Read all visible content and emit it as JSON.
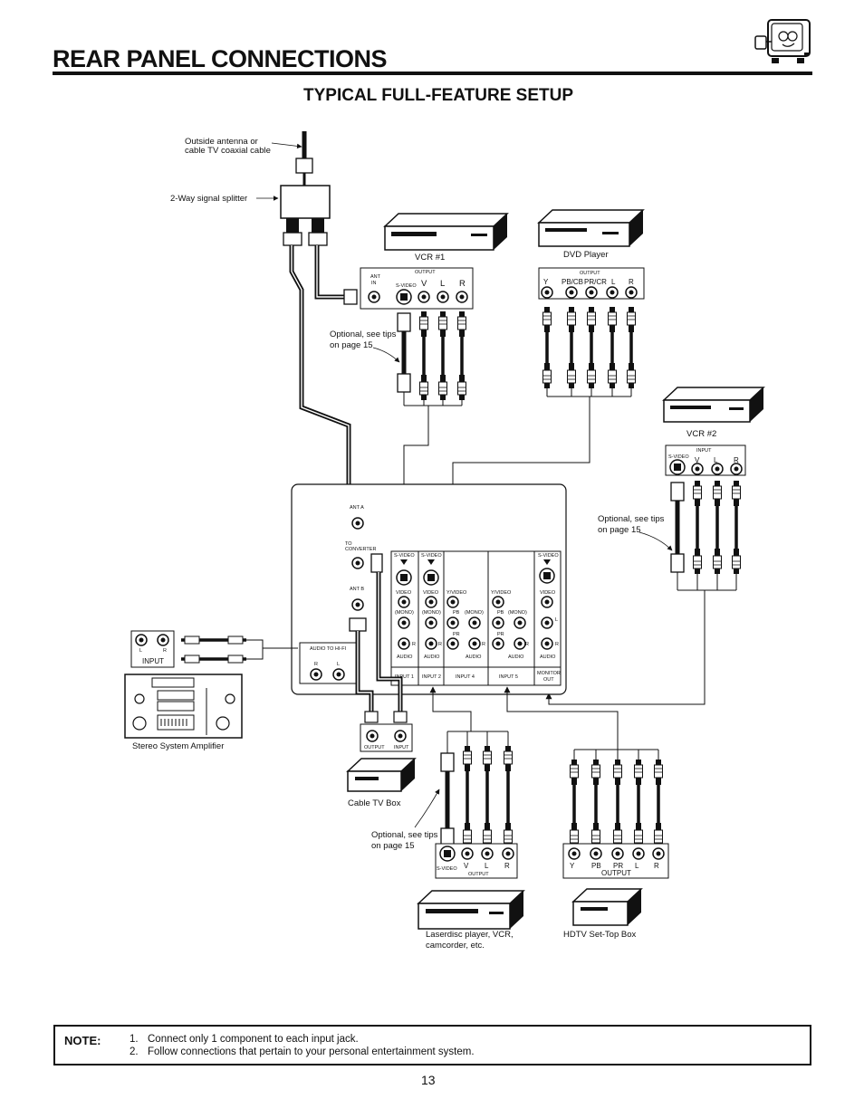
{
  "page": {
    "title": "REAR PANEL CONNECTIONS",
    "subtitle": "TYPICAL FULL-FEATURE SETUP",
    "page_number": "13"
  },
  "labels": {
    "antenna": [
      "Outside antenna or",
      "cable TV coaxial cable"
    ],
    "splitter": "2-Way signal splitter",
    "vcr1": "VCR #1",
    "dvd": "DVD Player",
    "vcr2": "VCR #2",
    "tips": [
      "Optional, see tips",
      "on page 15"
    ],
    "stereo": "Stereo System Amplifier",
    "cable_box": "Cable TV Box",
    "laserdisc": [
      "Laserdisc player, VCR,",
      "camcorder, etc."
    ],
    "hdtv": "HDTV Set-Top Box"
  },
  "vcr1_panel": {
    "ant_in": [
      "ANT",
      "IN"
    ],
    "output": "OUTPUT",
    "svideo": "S-VIDEO",
    "jacks": [
      "V",
      "L",
      "R"
    ]
  },
  "dvd_panel": {
    "output": "OUTPUT",
    "jacks": [
      "Y",
      "PB/CB",
      "PR/CR",
      "L",
      "R"
    ]
  },
  "vcr2_panel": {
    "input": "INPUT",
    "svideo": "S-VIDEO",
    "jacks": [
      "V",
      "L",
      "R"
    ]
  },
  "amp_panel": {
    "input": "INPUT",
    "jacks": [
      "L",
      "R"
    ]
  },
  "tv_panel": {
    "ant_a": "ANT A",
    "to_converter": [
      "TO",
      "CONVERTER"
    ],
    "ant_b": "ANT B",
    "audio_hifi": "AUDIO TO HI-FI",
    "hifi_jacks": [
      "R",
      "L"
    ],
    "svideo": "S-VIDEO",
    "video": "VIDEO",
    "yvideo": "Y/VIDEO",
    "mono": "(MONO)",
    "audio": "AUDIO",
    "pb": "PB",
    "pr": "PR",
    "l": "L",
    "r": "R",
    "inputs": [
      "INPUT 1",
      "INPUT 2",
      "INPUT 4",
      "INPUT 5"
    ],
    "monitor_out": [
      "MONITOR",
      "OUT"
    ]
  },
  "cable_panel": {
    "jacks": [
      "OUTPUT",
      "INPUT"
    ]
  },
  "ld_panel": {
    "svideo": "S-VIDEO",
    "output": "OUTPUT",
    "jacks": [
      "V",
      "L",
      "R"
    ]
  },
  "hdtv_panel": {
    "output": "OUTPUT",
    "jacks": [
      "Y",
      "PB",
      "PR",
      "L",
      "R"
    ]
  },
  "note": {
    "label": "NOTE:",
    "items": [
      {
        "num": "1.",
        "text": "Connect only 1 component to each input jack."
      },
      {
        "num": "2.",
        "text": "Follow connections that pertain to your personal entertainment system."
      }
    ]
  }
}
